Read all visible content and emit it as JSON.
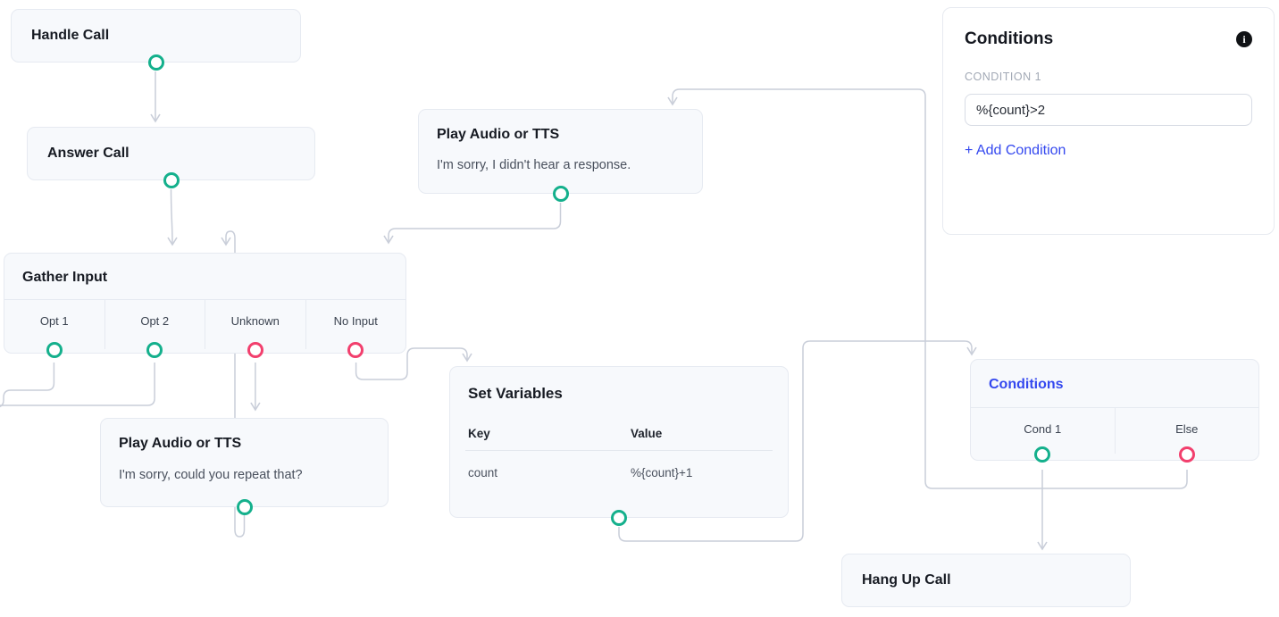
{
  "colors": {
    "accent_blue": "#3448ef",
    "port_success_teal": "#14b08c",
    "port_failure_pink": "#f23f6d",
    "connector_gray": "#c9ced9"
  },
  "nodes": {
    "handle_call": {
      "title": "Handle Call"
    },
    "answer_call": {
      "title": "Answer Call"
    },
    "play_audio_top": {
      "title": "Play Audio or TTS",
      "body": "I'm sorry, I didn't hear a response."
    },
    "gather_input": {
      "title": "Gather Input",
      "options": {
        "opt1": "Opt 1",
        "opt2": "Opt 2",
        "unknown": "Unknown",
        "no_input": "No Input"
      }
    },
    "play_audio_bottom": {
      "title": "Play Audio or TTS",
      "body": "I'm sorry, could you repeat that?"
    },
    "set_variables": {
      "title": "Set Variables",
      "columns": {
        "key": "Key",
        "value": "Value"
      },
      "rows": [
        {
          "key": "count",
          "value": "%{count}+1"
        }
      ]
    },
    "conditions_node": {
      "title": "Conditions",
      "branches": {
        "cond1": "Cond 1",
        "else": "Else"
      }
    },
    "hang_up": {
      "title": "Hang Up Call"
    }
  },
  "conditions_panel": {
    "title": "Conditions",
    "condition_label": "CONDITION 1",
    "condition_value": "%{count}>2",
    "add_condition_label": "+ Add Condition",
    "info_icon_glyph": "i"
  }
}
